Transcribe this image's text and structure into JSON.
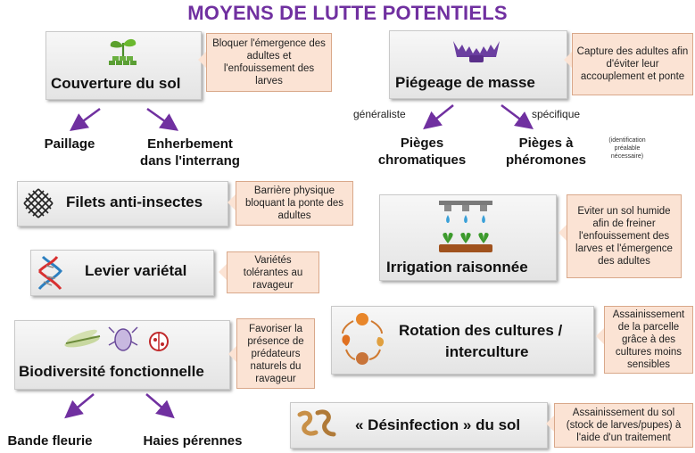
{
  "title": "MOYENS DE LUTTE POTENTIELS",
  "colors": {
    "title": "#7030a0",
    "arrow": "#7030a0",
    "note_bg": "#fbe3d4"
  },
  "cards": {
    "couverture": {
      "label": "Couverture du sol",
      "icon": "seedling-icon",
      "note": "Bloquer l'émergence des adultes et l'enfouissement des larves",
      "children": [
        "Paillage",
        "Enherbement dans l'interrang"
      ]
    },
    "piegeage": {
      "label": "Piégeage de masse",
      "icon": "trap-icon",
      "note": "Capture des adultes afin d'éviter leur accouplement et ponte",
      "branch_generaliste": "généraliste",
      "branch_specifique": "spécifique",
      "children": [
        "Pièges chromatiques",
        "Pièges à phéromones"
      ],
      "footnote": "(identification préalable nécessaire)"
    },
    "filets": {
      "label": "Filets anti-insectes",
      "icon": "net-icon",
      "note": "Barrière physique bloquant la ponte des adultes"
    },
    "irrigation": {
      "label": "Irrigation raisonnée",
      "icon": "irrigation-icon",
      "note": "Eviter un sol humide afin de freiner l'enfouissement des larves et l'émergence des adultes"
    },
    "levier": {
      "label": "Levier variétal",
      "icon": "dna-icon",
      "note": "Variétés tolérantes au ravageur"
    },
    "rotation": {
      "label_line1": "Rotation des cultures /",
      "label_line2": "interculture",
      "icon": "rotation-icon",
      "note": "Assainissement de la parcelle grâce à des cultures moins sensibles"
    },
    "biodiversite": {
      "label": "Biodiversité fonctionnelle",
      "icon": "insects-icon",
      "note": "Favoriser la présence de prédateurs naturels du ravageur",
      "children": [
        "Bande fleurie",
        "Haies pérennes"
      ]
    },
    "desinfection": {
      "label": "« Désinfection » du sol",
      "icon": "worms-icon",
      "note": "Assainissement du sol (stock de larves/pupes) à l'aide d'un traitement"
    }
  }
}
